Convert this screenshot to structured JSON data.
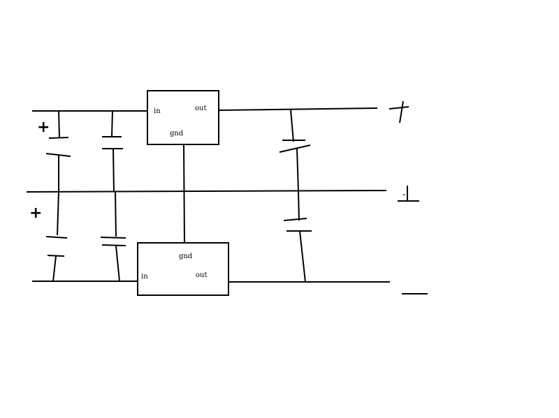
{
  "diagram": {
    "regulator_top": {
      "input_label": "in",
      "output_label": "out",
      "ground_label": "gnd"
    },
    "regulator_bottom": {
      "input_label": "in",
      "output_label": "out",
      "ground_label": "gnd"
    },
    "polarity_marks": {
      "input_upper": "+",
      "input_lower": "+"
    }
  }
}
